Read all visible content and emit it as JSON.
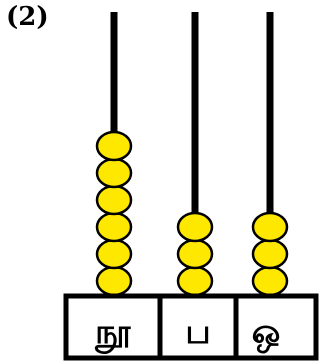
{
  "question_label": "(2)",
  "colors": {
    "bead_fill": "#ffe800",
    "bead_stroke": "#000000",
    "rod": "#000000",
    "frame": "#000000"
  },
  "abacus": {
    "rods": [
      {
        "place_label": "நூ",
        "bead_count": 6
      },
      {
        "place_label": "ப",
        "bead_count": 3
      },
      {
        "place_label": "ஒ",
        "bead_count": 3
      }
    ]
  }
}
